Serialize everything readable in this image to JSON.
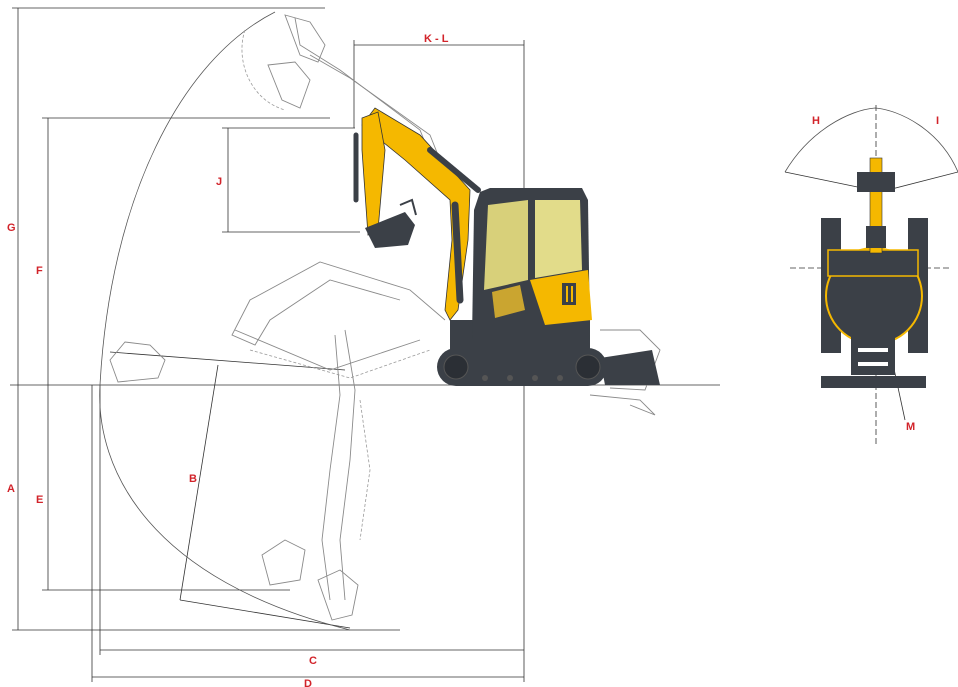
{
  "labels": {
    "A": "A",
    "B": "B",
    "C": "C",
    "D": "D",
    "E": "E",
    "F": "F",
    "G": "G",
    "H": "H",
    "I": "I",
    "J": "J",
    "KL": "K - L",
    "M": "M"
  },
  "colors": {
    "label": "#d2232a",
    "machine_yellow": "#f5b800",
    "machine_dark": "#3b4047",
    "glass": "#d8d07a",
    "line": "#333333"
  }
}
